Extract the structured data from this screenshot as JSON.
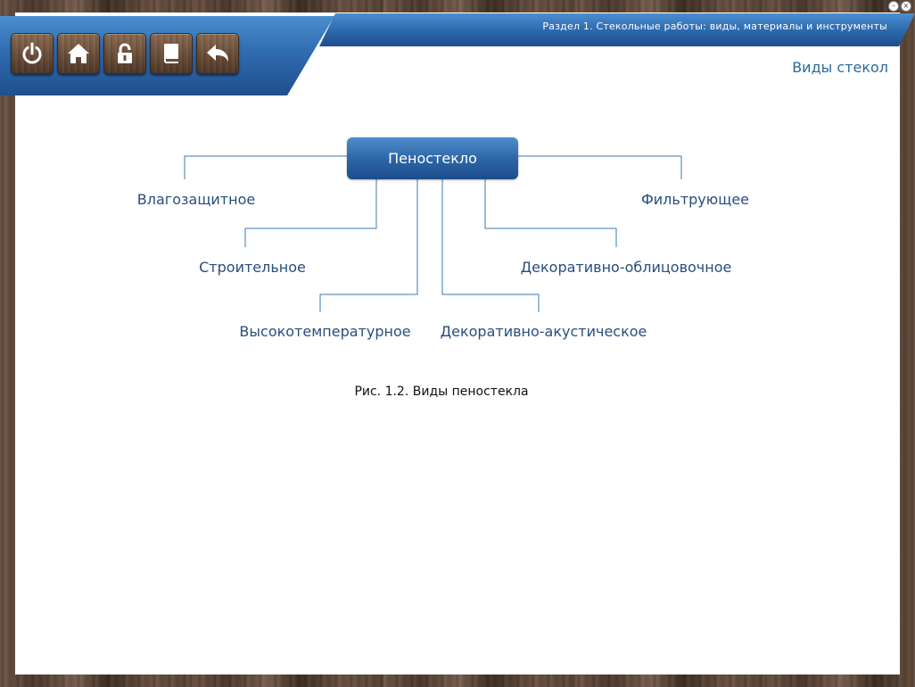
{
  "header": {
    "section_title": "Раздел 1. Стекольные работы: виды, материалы и инструменты",
    "page_title": "Виды стекол",
    "toolbar": [
      {
        "icon": "power-icon"
      },
      {
        "icon": "home-icon"
      },
      {
        "icon": "lock-icon"
      },
      {
        "icon": "book-icon"
      },
      {
        "icon": "back-arrow-icon"
      }
    ],
    "window_buttons": [
      {
        "icon": "minimize-icon",
        "glyph": "–"
      },
      {
        "icon": "close-icon",
        "glyph": "×"
      }
    ]
  },
  "diagram": {
    "root": "Пеностекло",
    "nodes": {
      "moisture": "Влагозащитное",
      "filter": "Фильтрующее",
      "construction": "Строительное",
      "decor_facing": "Декоративно-облицовочное",
      "high_temp": "Высокотемпературное",
      "decor_acoustic": "Декоративно-акустическое"
    },
    "caption": "Рис. 1.2. Виды пеностекла"
  },
  "colors": {
    "accent_blue": "#2c64a6",
    "node_text": "#274e7e",
    "title_text": "#2a6a9e",
    "connector": "#3a7ab0"
  }
}
